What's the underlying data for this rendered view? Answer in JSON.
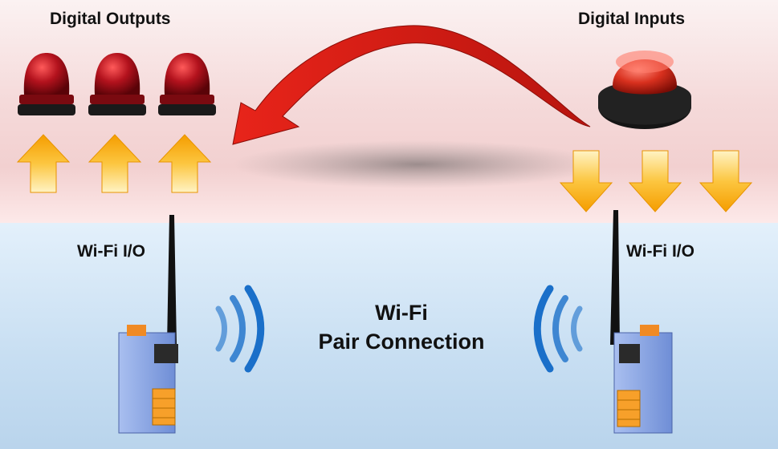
{
  "outputs": {
    "title": "Digital Outputs"
  },
  "inputs": {
    "title": "Digital Inputs"
  },
  "devices": {
    "left_label": "Wi-Fi I/O",
    "right_label": "Wi-Fi I/O"
  },
  "connection": {
    "line1": "Wi-Fi",
    "line2": "Pair Connection"
  },
  "icons": [
    "warning-light-icon",
    "push-button-icon",
    "up-arrow-icon",
    "down-arrow-icon",
    "curved-arrow-icon",
    "wifi-signal-icon",
    "wifi-io-module-icon",
    "antenna-icon"
  ],
  "colors": {
    "arrow_orange": "#f7a400",
    "curve_red": "#d9261c",
    "light_red": "#b3121d",
    "signal_blue": "#1a6fc9",
    "module_blue": "#8ea9e6"
  }
}
